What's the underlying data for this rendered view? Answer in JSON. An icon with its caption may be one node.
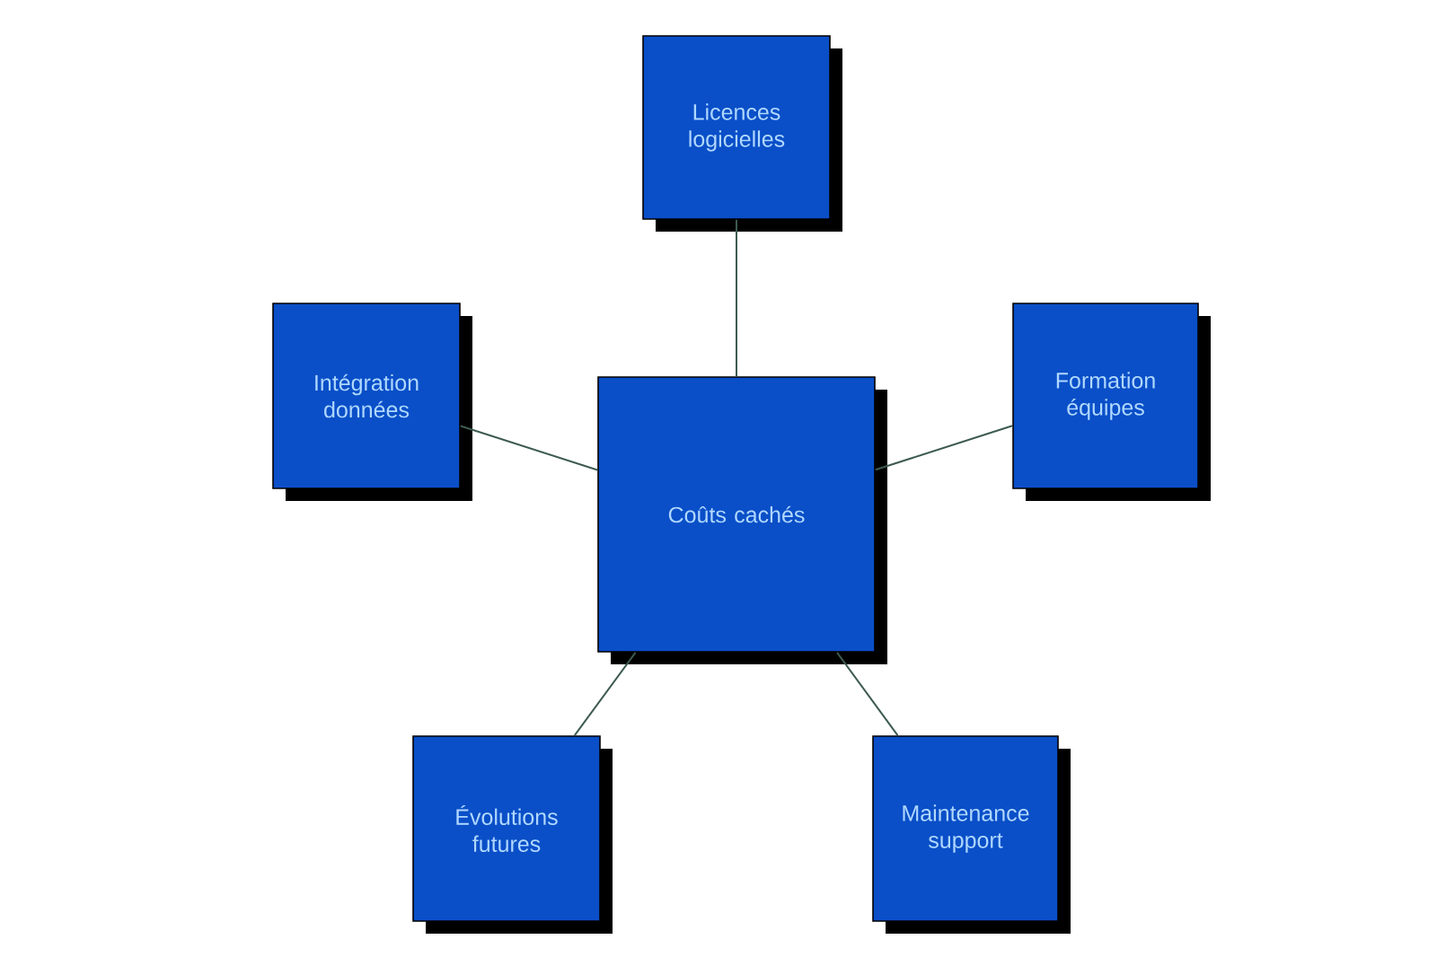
{
  "diagram": {
    "nodes": [
      {
        "text": [
          "Coûts cachés"
        ]
      },
      {
        "text": [
          "Licences logicielles"
        ]
      },
      {
        "text": [
          "Intégration données"
        ]
      },
      {
        "text": [
          "Formation équipes"
        ]
      },
      {
        "text": [
          "Évolutions futures"
        ]
      },
      {
        "text": [
          "Maintenance support"
        ]
      }
    ],
    "edges": [
      {
        "from": 0,
        "to": 1,
        "arrow": "none"
      },
      {
        "from": 0,
        "to": 2,
        "arrow": "none"
      },
      {
        "from": 0,
        "to": 3,
        "arrow": "none"
      },
      {
        "from": 0,
        "to": 4,
        "arrow": "none"
      },
      {
        "from": 0,
        "to": 5,
        "arrow": "none"
      }
    ]
  }
}
